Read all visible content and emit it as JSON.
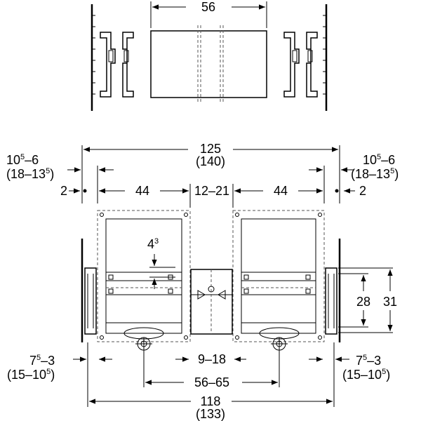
{
  "dimensions": {
    "top_width": "56",
    "overall_width": "125",
    "overall_width_alt": "(140)",
    "left_offset": "10",
    "left_offset_sup": "5",
    "left_offset_tail": "–6",
    "left_offset_alt_head": "(18–13",
    "left_offset_alt_sup": "5",
    "left_offset_alt_tail": ")",
    "right_offset": "10",
    "right_offset_sup": "5",
    "right_offset_tail": "–6",
    "right_offset_alt_head": "(18–13",
    "right_offset_alt_sup": "5",
    "right_offset_alt_tail": ")",
    "left_gap": "2",
    "right_gap": "2",
    "left_cabinet": "44",
    "center_gap": "12–21",
    "right_cabinet": "44",
    "rail_height": "4",
    "rail_height_sup": "3",
    "height_inner": "28",
    "height_outer": "31",
    "left_bottom": "7",
    "left_bottom_sup": "5",
    "left_bottom_tail": "–3",
    "left_bottom_alt_head": "(15–10",
    "left_bottom_alt_sup": "5",
    "left_bottom_alt_tail": ")",
    "right_bottom": "7",
    "right_bottom_sup": "5",
    "right_bottom_tail": "–3",
    "right_bottom_alt_head": "(15–10",
    "right_bottom_alt_sup": "5",
    "right_bottom_alt_tail": ")",
    "center_bottom": "9–18",
    "drain_spacing": "56–65",
    "overall_bottom": "118",
    "overall_bottom_alt": "(133)"
  }
}
